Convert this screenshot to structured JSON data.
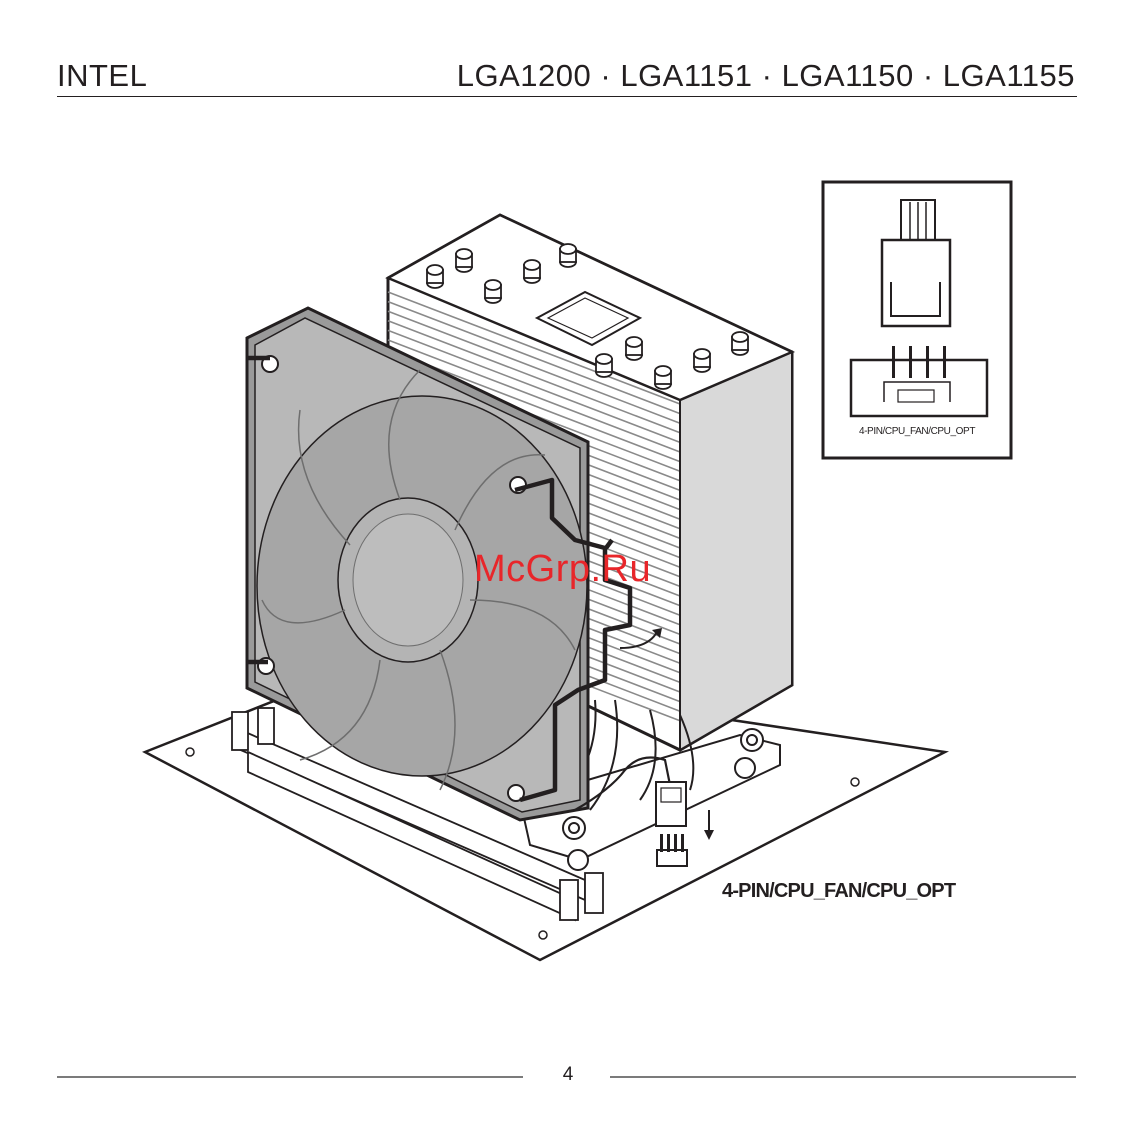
{
  "header": {
    "brand": "INTEL",
    "sockets": "LGA1200 · LGA1151 · LGA1150 · LGA1155"
  },
  "inset": {
    "caption": "4-PIN/CPU_FAN/CPU_OPT"
  },
  "illustration": {
    "connector_label": "4-PIN/CPU_FAN/CPU_OPT"
  },
  "watermark": "McGrp.Ru",
  "footer": {
    "page_number": "4"
  },
  "colors": {
    "ink": "#231f20",
    "fin_gray": "#8a8a8a",
    "fan_gray": "#9a9a9a",
    "watermark_red": "#e8262a"
  }
}
